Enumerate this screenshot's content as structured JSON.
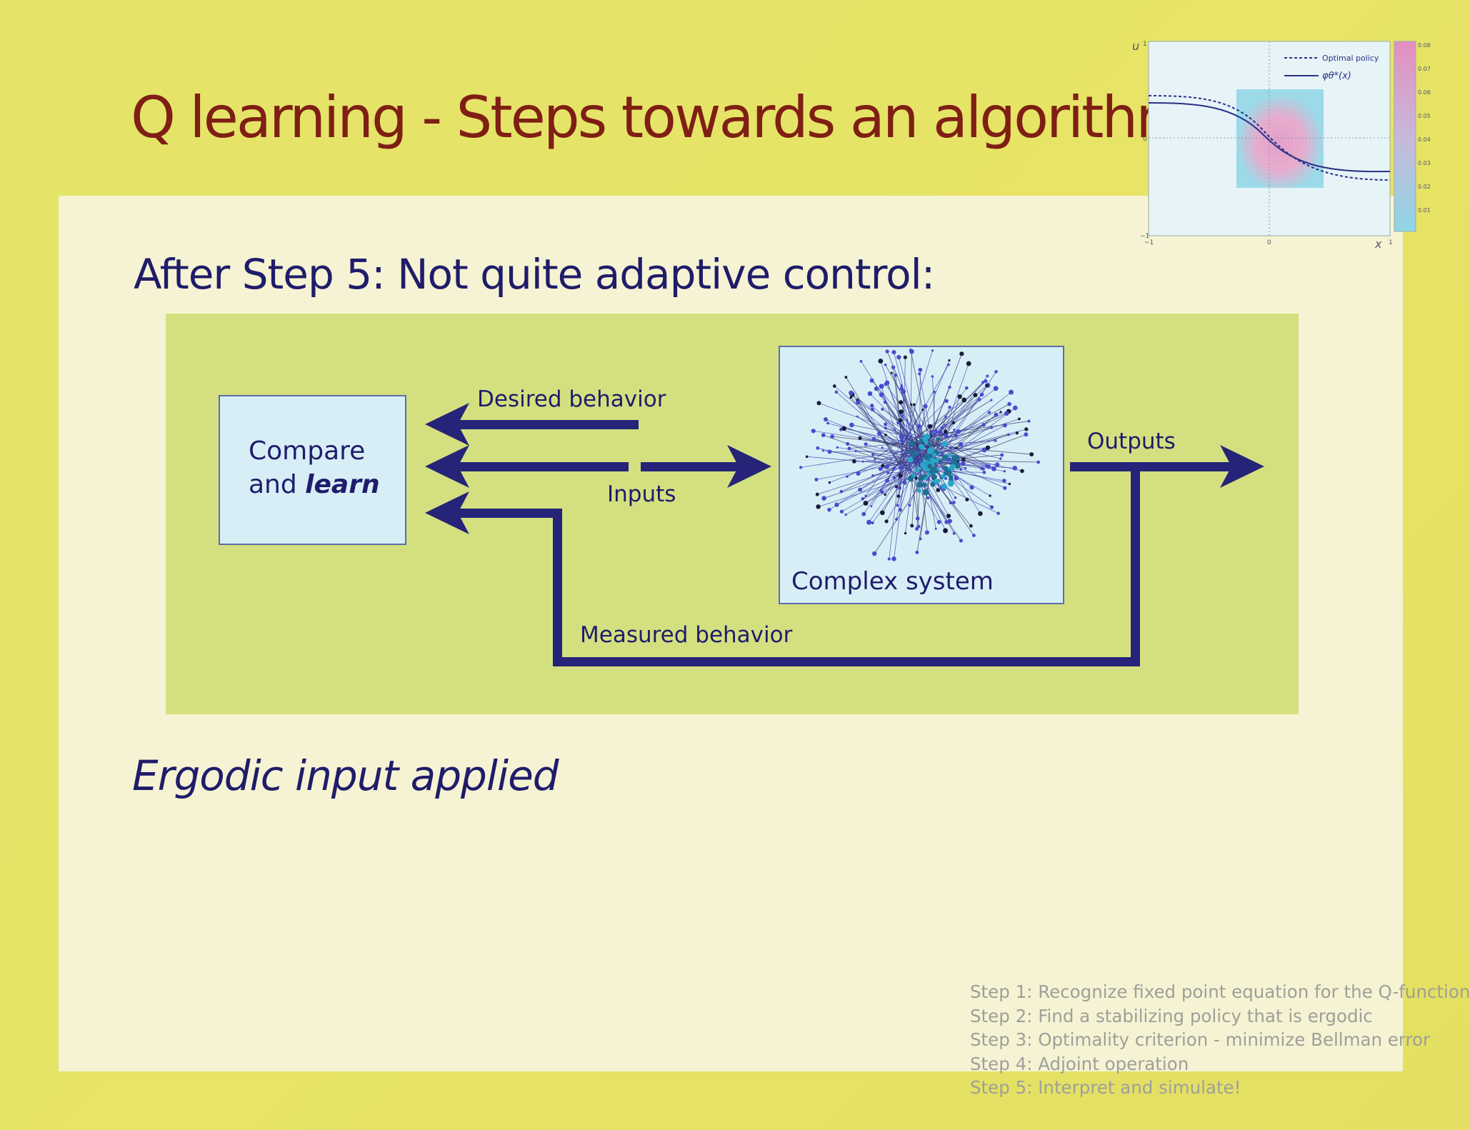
{
  "title": "Q learning - Steps towards an algorithm",
  "subtitle": "After Step 5:  Not quite adaptive control:",
  "diagram": {
    "compare_line1": "Compare",
    "compare_and": "and ",
    "compare_learn": "learn",
    "desired_behavior": "Desired behavior",
    "inputs": "Inputs",
    "outputs": "Outputs",
    "measured_behavior": "Measured behavior",
    "complex_system": "Complex system"
  },
  "ergodic_label": "Ergodic input applied",
  "steps": [
    "Step 1: Recognize fixed point equation for the Q-function",
    "Step 2:  Find a stabilizing policy that is ergodic",
    "Step 3:  Optimality criterion - minimize Bellman error",
    "Step 4:  Adjoint operation",
    "Step 5:  Interpret and simulate!"
  ],
  "inset_plot": {
    "y_axis_label": "u",
    "x_axis_label": "x",
    "x_ticks": [
      "−1",
      "0",
      "1"
    ],
    "y_ticks": [
      "1",
      "0",
      "−1"
    ],
    "legend": [
      "Optimal policy",
      "φθ*(x)"
    ],
    "colorbar_ticks": [
      "0.08",
      "0.07",
      "0.06",
      "0.05",
      "0.04",
      "0.03",
      "0.02",
      "0.01"
    ],
    "colors": {
      "background": "#e6f4f8",
      "heat_low": "#8fd6e6",
      "heat_high": "#e391c0",
      "curve": "#2b2f86"
    }
  }
}
